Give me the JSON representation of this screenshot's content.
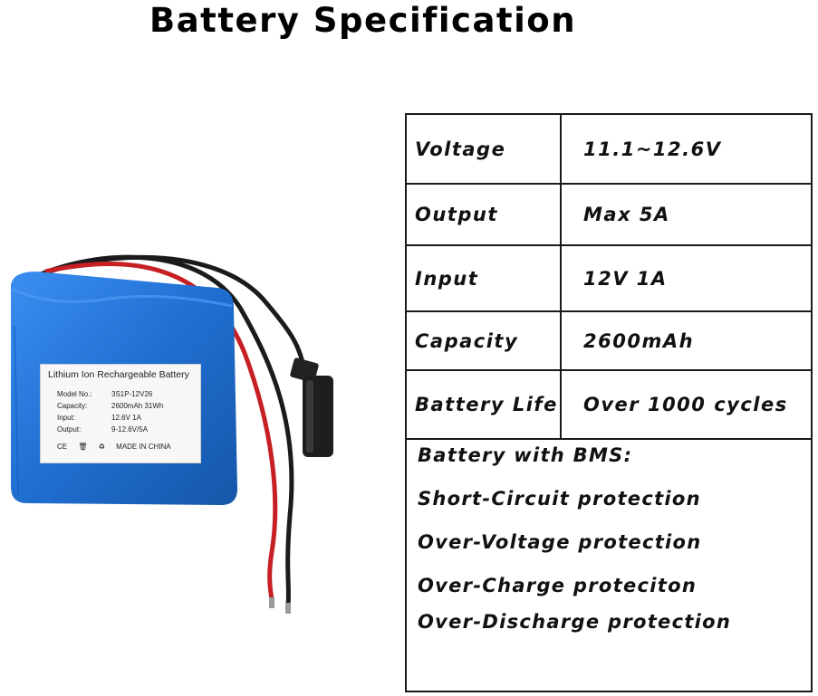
{
  "title": "Battery Specification",
  "label": {
    "heading": "Lithium Ion Rechargeable Battery",
    "rows": [
      {
        "key": "Model No.:",
        "value": "3S1P-12V26"
      },
      {
        "key": "Capacity:",
        "value": "2600mAh 31Wh"
      },
      {
        "key": "Input:",
        "value": "12.6V 1A"
      },
      {
        "key": "Output:",
        "value": "9-12.6V/5A"
      }
    ],
    "marks": {
      "ce": "CE",
      "made_in": "MADE IN CHINA"
    }
  },
  "specs": [
    {
      "key": "Voltage",
      "value": "11.1~12.6V"
    },
    {
      "key": "Output",
      "value": "Max 5A"
    },
    {
      "key": "Input",
      "value": "12V 1A"
    },
    {
      "key": "Capacity",
      "value": "2600mAh"
    },
    {
      "key": "Battery Life",
      "value": "Over 1000 cycles"
    }
  ],
  "bms": {
    "heading": "Battery with BMS:",
    "items": [
      "Short-Circuit protection",
      "Over-Voltage protection",
      "Over-Charge proteciton",
      "Over-Discharge protection"
    ]
  },
  "colors": {
    "battery_blue": "#1f6fd1",
    "wire_red": "#c61f24",
    "wire_black": "#1b1b1b"
  }
}
